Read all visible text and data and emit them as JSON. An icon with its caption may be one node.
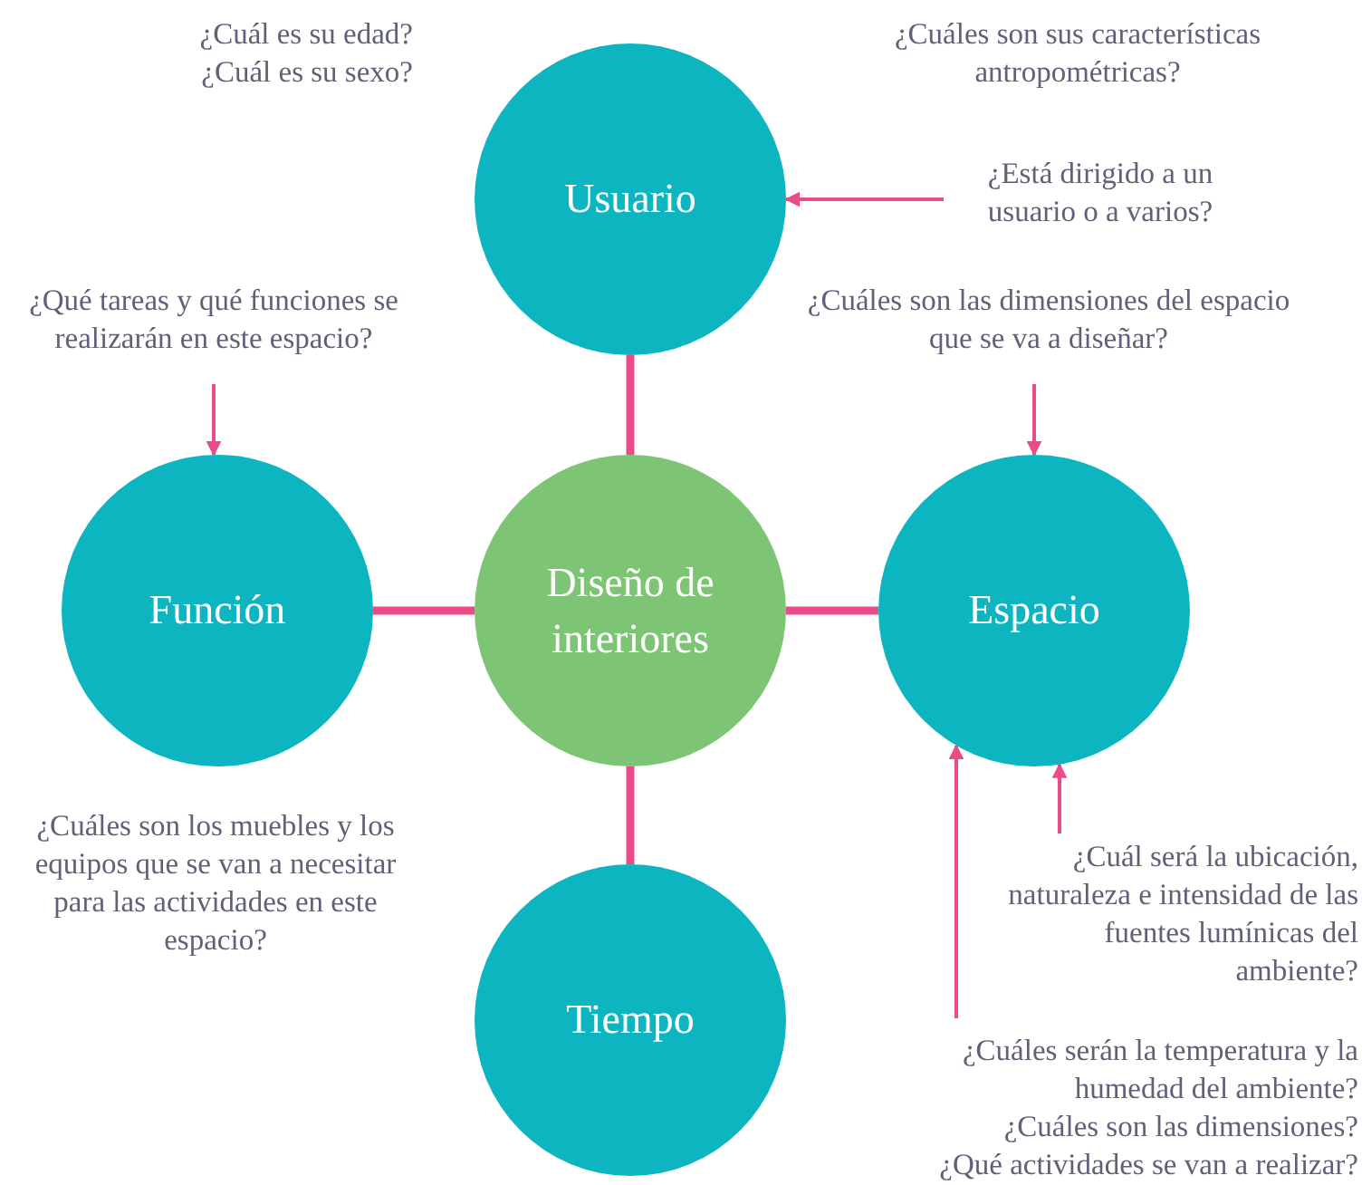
{
  "diagram": {
    "nodes": [
      {
        "text": [
          "Usuario"
        ]
      },
      {
        "text": [
          "¿Está dirigido a un usuario o a varios?"
        ]
      },
      {
        "text": [
          "¿Qué tareas y qué funciones se realizarán en este espacio?"
        ]
      },
      {
        "text": [
          "¿Cuáles son las dimensiones del espacio que se va a diseñar?"
        ]
      },
      {
        "text": [
          "Función"
        ]
      },
      {
        "text": [
          "Diseño de interiores"
        ]
      },
      {
        "text": [
          "Espacio"
        ]
      },
      {
        "text": [
          "¿Cuál será la ubicación, naturaleza e intensidad de las fuentes lumínicas del ambiente?"
        ]
      },
      {
        "text": [
          "Tiempo"
        ]
      },
      {
        "text": [
          "¿Cuáles serán la temperatura y la humedad del ambiente?",
          "¿Cuáles son las dimensiones?",
          "¿Qué actividades se van a realizar?"
        ]
      }
    ],
    "edges": [
      {
        "from": 5,
        "to": 0,
        "arrow": "none",
        "style": "thick"
      },
      {
        "from": 5,
        "to": 4,
        "arrow": "none",
        "style": "thick"
      },
      {
        "from": 5,
        "to": 6,
        "arrow": "none",
        "style": "thick"
      },
      {
        "from": 5,
        "to": 8,
        "arrow": "none",
        "style": "thick"
      },
      {
        "from": 1,
        "to": 0,
        "arrow": "to"
      },
      {
        "from": 2,
        "to": 4,
        "arrow": "to"
      },
      {
        "from": 3,
        "to": 6,
        "arrow": "to"
      },
      {
        "from": 7,
        "to": 6,
        "arrow": "to"
      },
      {
        "from": 9,
        "to": 6,
        "arrow": "to"
      }
    ],
    "labels": [
      "¿Cuál es su edad?",
      "¿Cuál es su sexo?",
      "¿Cuáles son sus características antropométricas?",
      "¿Cuáles son los muebles y los equipos que se van a necesitar para las actividades en este espacio?"
    ]
  }
}
